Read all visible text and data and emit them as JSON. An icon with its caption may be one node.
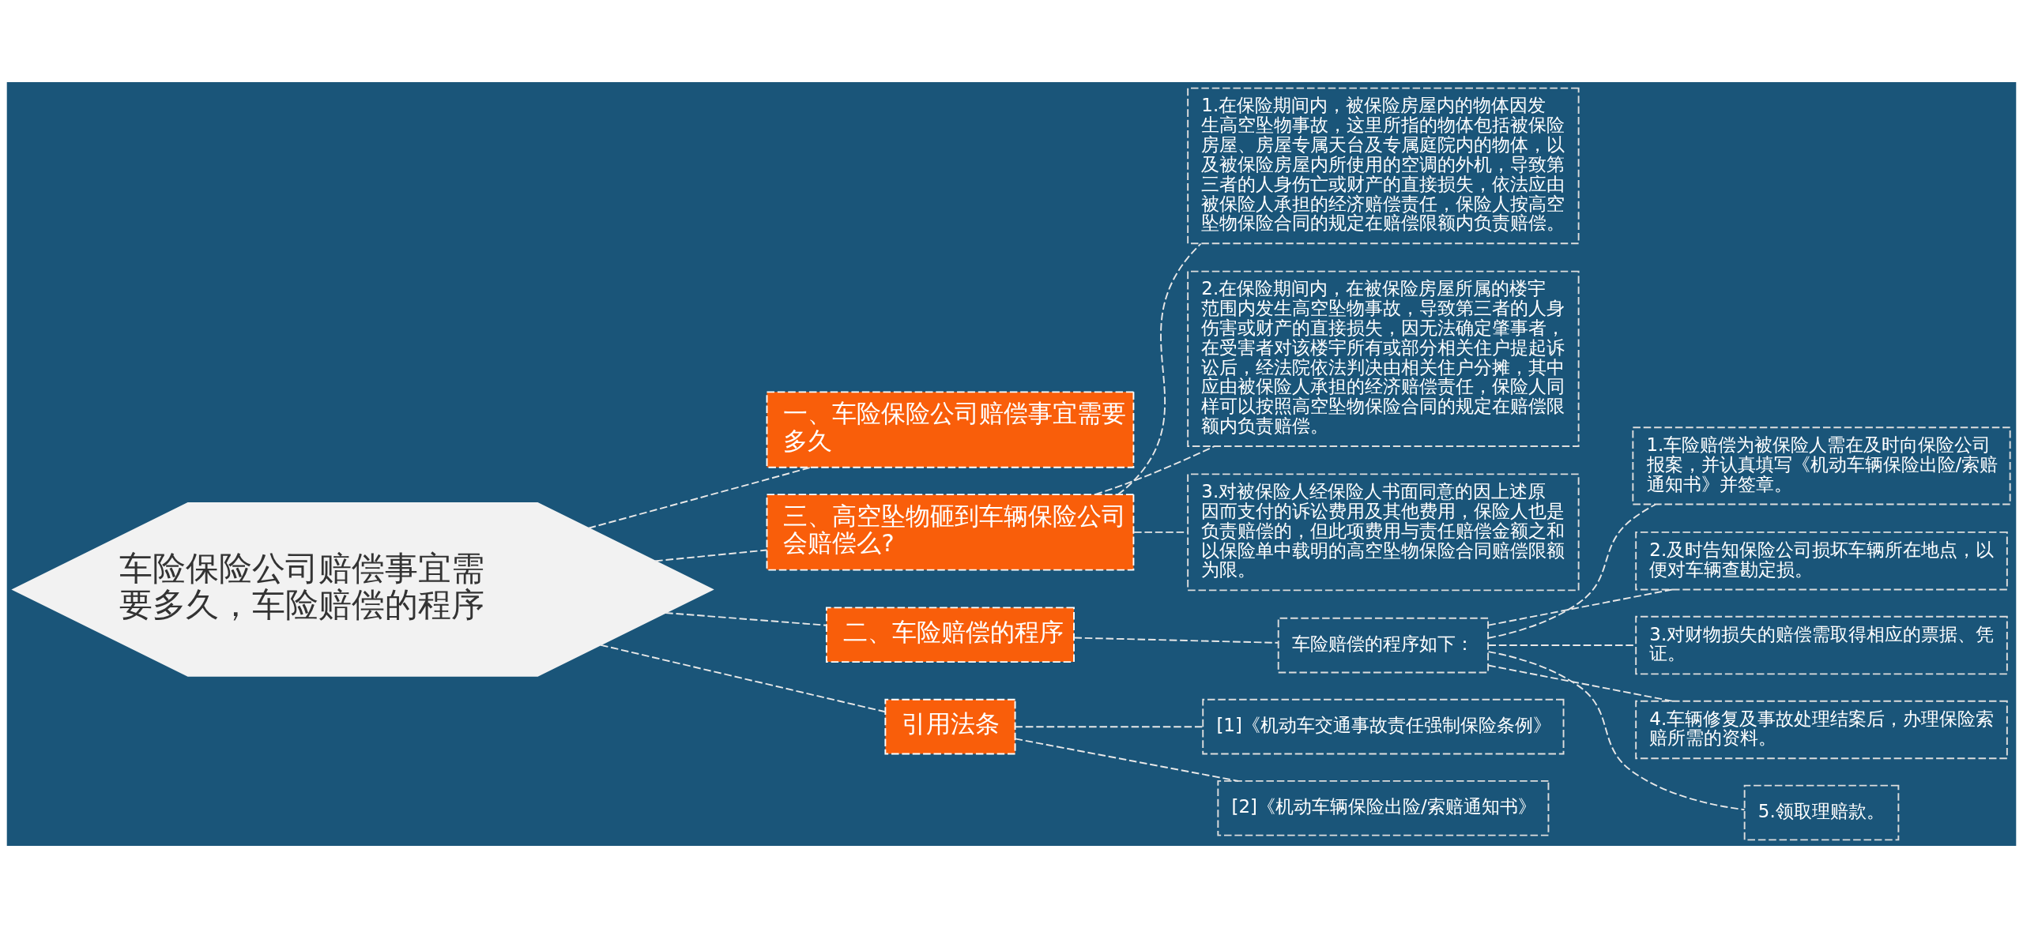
{
  "diagram": {
    "nodes": [
      {
        "text": [
          "车险保险公司赔偿事宜需要多久，车险赔偿的程序"
        ]
      },
      {
        "text": [
          "一、车险保险公司赔偿事宜需要多久"
        ]
      },
      {
        "text": [
          "三、高空坠物砸到车辆保险公司会赔偿么?"
        ]
      },
      {
        "text": [
          "1.在保险期间内，被保险房屋内的物体因发生高空坠物事故，这里所指的物体包括被保险房屋、房屋专属天台及专属庭院内的物体，以及被保险房屋内所使用的空调的外机，导致第三者的人身伤亡或财产的直接损失，依法应由被保险人承担的经济赔偿责任，保险人按高空坠物保险合同的规定在赔偿限额内负责赔偿。"
        ]
      },
      {
        "text": [
          "2.在保险期间内，在被保险房屋所属的楼宇范围内发生高空坠物事故，导致第三者的人身伤害或财产的直接损失，因无法确定肇事者，在受害者对该楼宇所有或部分相关住户提起诉讼后，经法院依法判决由相关住户分摊，其中应由被保险人承担的经济赔偿责任，保险人同样可以按照高空坠物保险合同的规定在赔偿限额内负责赔偿。"
        ]
      },
      {
        "text": [
          "3.对被保险人经保险人书面同意的因上述原因而支付的诉讼费用及其他费用，保险人也是负责赔偿的，但此项费用与责任赔偿金额之和以保险单中载明的高空坠物保险合同赔偿限额为限。"
        ]
      },
      {
        "text": [
          "二、车险赔偿的程序"
        ]
      },
      {
        "text": [
          "车险赔偿的程序如下："
        ]
      },
      {
        "text": [
          "1.车险赔偿为被保险人需在及时向保险公司报案，并认真填写《机动车辆保险出险/索赔通知书》并签章。"
        ]
      },
      {
        "text": [
          "2.及时告知保险公司损坏车辆所在地点，以便对车辆查勘定损。"
        ]
      },
      {
        "text": [
          "3.对财物损失的赔偿需取得相应的票据、凭证。"
        ]
      },
      {
        "text": [
          "4.车辆修复及事故处理结案后，办理保险索赔所需的资料。"
        ]
      },
      {
        "text": [
          "5.领取理赔款。"
        ]
      },
      {
        "text": [
          "引用法条"
        ]
      },
      {
        "text": [
          "[1]《机动车交通事故责任强制保险条例》"
        ]
      },
      {
        "text": [
          "[2]《机动车辆保险出险/索赔通知书》"
        ]
      }
    ],
    "edges": [
      {
        "from": 0,
        "to": 1,
        "arrow": "none"
      },
      {
        "from": 0,
        "to": 2,
        "arrow": "none"
      },
      {
        "from": 2,
        "to": 3,
        "arrow": "none"
      },
      {
        "from": 2,
        "to": 4,
        "arrow": "none"
      },
      {
        "from": 2,
        "to": 5,
        "arrow": "none"
      },
      {
        "from": 0,
        "to": 6,
        "arrow": "none"
      },
      {
        "from": 6,
        "to": 7,
        "arrow": "none"
      },
      {
        "from": 7,
        "to": 8,
        "arrow": "none"
      },
      {
        "from": 7,
        "to": 9,
        "arrow": "none"
      },
      {
        "from": 7,
        "to": 10,
        "arrow": "none"
      },
      {
        "from": 7,
        "to": 11,
        "arrow": "none"
      },
      {
        "from": 7,
        "to": 12,
        "arrow": "none"
      },
      {
        "from": 0,
        "to": 13,
        "arrow": "none"
      },
      {
        "from": 13,
        "to": 14,
        "arrow": "none"
      },
      {
        "from": 13,
        "to": 15,
        "arrow": "none"
      }
    ]
  }
}
